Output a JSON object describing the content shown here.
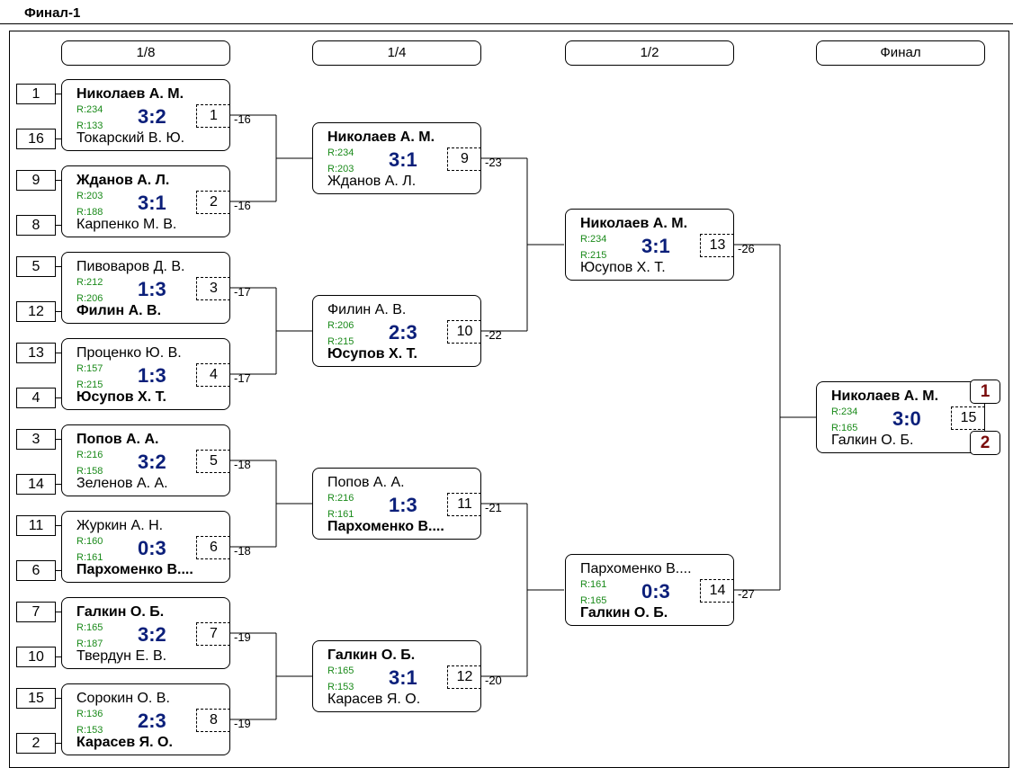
{
  "title": "Финал-1",
  "rounds": [
    "1/8",
    "1/4",
    "1/2",
    "Финал"
  ],
  "matches": [
    {
      "num": "1",
      "score": "3:2",
      "p1": "Николаев А. М.",
      "r1": "R:234",
      "p2": "Токарский В. Ю.",
      "r2": "R:133",
      "winner": 1,
      "drop": "-16"
    },
    {
      "num": "2",
      "score": "3:1",
      "p1": "Жданов А. Л.",
      "r1": "R:203",
      "p2": "Карпенко М. В.",
      "r2": "R:188",
      "winner": 1,
      "drop": "-16"
    },
    {
      "num": "3",
      "score": "1:3",
      "p1": "Пивоваров Д. В.",
      "r1": "R:212",
      "p2": "Филин А. В.",
      "r2": "R:206",
      "winner": 2,
      "drop": "-17"
    },
    {
      "num": "4",
      "score": "1:3",
      "p1": "Проценко Ю. В.",
      "r1": "R:157",
      "p2": "Юсупов Х. Т.",
      "r2": "R:215",
      "winner": 2,
      "drop": "-17"
    },
    {
      "num": "5",
      "score": "3:2",
      "p1": "Попов А. А.",
      "r1": "R:216",
      "p2": "Зеленов А. А.",
      "r2": "R:158",
      "winner": 1,
      "drop": "-18"
    },
    {
      "num": "6",
      "score": "0:3",
      "p1": "Журкин А. Н.",
      "r1": "R:160",
      "p2": "Пархоменко В....",
      "r2": "R:161",
      "winner": 2,
      "drop": "-18"
    },
    {
      "num": "7",
      "score": "3:2",
      "p1": "Галкин О. Б.",
      "r1": "R:165",
      "p2": "Твердун Е. В.",
      "r2": "R:187",
      "winner": 1,
      "drop": "-19"
    },
    {
      "num": "8",
      "score": "2:3",
      "p1": "Сорокин О. В.",
      "r1": "R:136",
      "p2": "Карасев Я. О.",
      "r2": "R:153",
      "winner": 2,
      "drop": "-19"
    },
    {
      "num": "9",
      "score": "3:1",
      "p1": "Николаев А. М.",
      "r1": "R:234",
      "p2": "Жданов А. Л.",
      "r2": "R:203",
      "winner": 1,
      "drop": "-23"
    },
    {
      "num": "10",
      "score": "2:3",
      "p1": "Филин А. В.",
      "r1": "R:206",
      "p2": "Юсупов Х. Т.",
      "r2": "R:215",
      "winner": 2,
      "drop": "-22"
    },
    {
      "num": "11",
      "score": "1:3",
      "p1": "Попов А. А.",
      "r1": "R:216",
      "p2": "Пархоменко В....",
      "r2": "R:161",
      "winner": 2,
      "drop": "-21"
    },
    {
      "num": "12",
      "score": "3:1",
      "p1": "Галкин О. Б.",
      "r1": "R:165",
      "p2": "Карасев Я. О.",
      "r2": "R:153",
      "winner": 1,
      "drop": "-20"
    },
    {
      "num": "13",
      "score": "3:1",
      "p1": "Николаев А. М.",
      "r1": "R:234",
      "p2": "Юсупов Х. Т.",
      "r2": "R:215",
      "winner": 1,
      "drop": "-26"
    },
    {
      "num": "14",
      "score": "0:3",
      "p1": "Пархоменко В....",
      "r1": "R:161",
      "p2": "Галкин О. Б.",
      "r2": "R:165",
      "winner": 2,
      "drop": "-27"
    },
    {
      "num": "15",
      "score": "3:0",
      "p1": "Николаев А. М.",
      "r1": "R:234",
      "p2": "Галкин О. Б.",
      "r2": "R:165",
      "winner": 1,
      "drop": ""
    }
  ],
  "seeds": [
    "1",
    "16",
    "9",
    "8",
    "5",
    "12",
    "13",
    "4",
    "3",
    "14",
    "11",
    "6",
    "7",
    "10",
    "15",
    "2"
  ],
  "places": [
    "1",
    "2"
  ],
  "colors": {
    "score": "#0b1f7a",
    "rating": "#1a8a1a",
    "place": "#7a0a0a"
  }
}
